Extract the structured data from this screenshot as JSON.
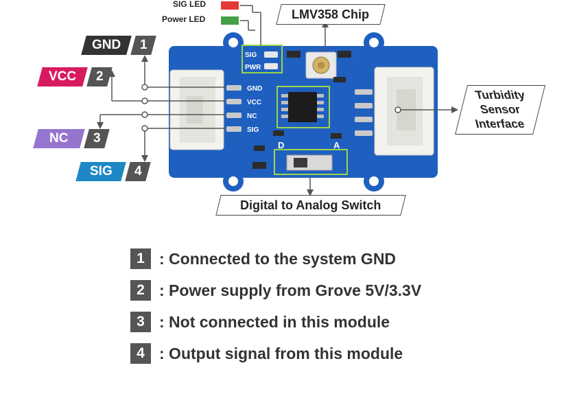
{
  "leds": {
    "sig_led": "SIG LED",
    "power_led": "Power LED",
    "sig_color": "#e53935",
    "power_color": "#43a047"
  },
  "callouts": {
    "chip": "LMV358 Chip",
    "switch": "Digital to Analog Switch",
    "interface_line1": "Turbidity",
    "interface_line2": "Sensor",
    "interface_line3": "Interface"
  },
  "pins": [
    {
      "label": "GND",
      "number": "1",
      "color": "#333333"
    },
    {
      "label": "VCC",
      "number": "2",
      "color": "#d81b60"
    },
    {
      "label": "NC",
      "number": "3",
      "color": "#9575cd"
    },
    {
      "label": "SIG",
      "number": "4",
      "color": "#1e88c7"
    }
  ],
  "board": {
    "silk_gnd": "GND",
    "silk_vcc": "VCC",
    "silk_nc": "NC",
    "silk_sig": "SIG",
    "silk_sig_led": "SIG",
    "silk_pwr_led": "PWR",
    "silk_d": "D",
    "silk_a": "A",
    "board_color": "#1f5fbf"
  },
  "legend": [
    {
      "number": "1",
      "text": ": Connected to the system GND"
    },
    {
      "number": "2",
      "text": ": Power supply from Grove 5V/3.3V"
    },
    {
      "number": "3",
      "text": ": Not connected in this module"
    },
    {
      "number": "4",
      "text": ": Output signal from this module"
    }
  ]
}
